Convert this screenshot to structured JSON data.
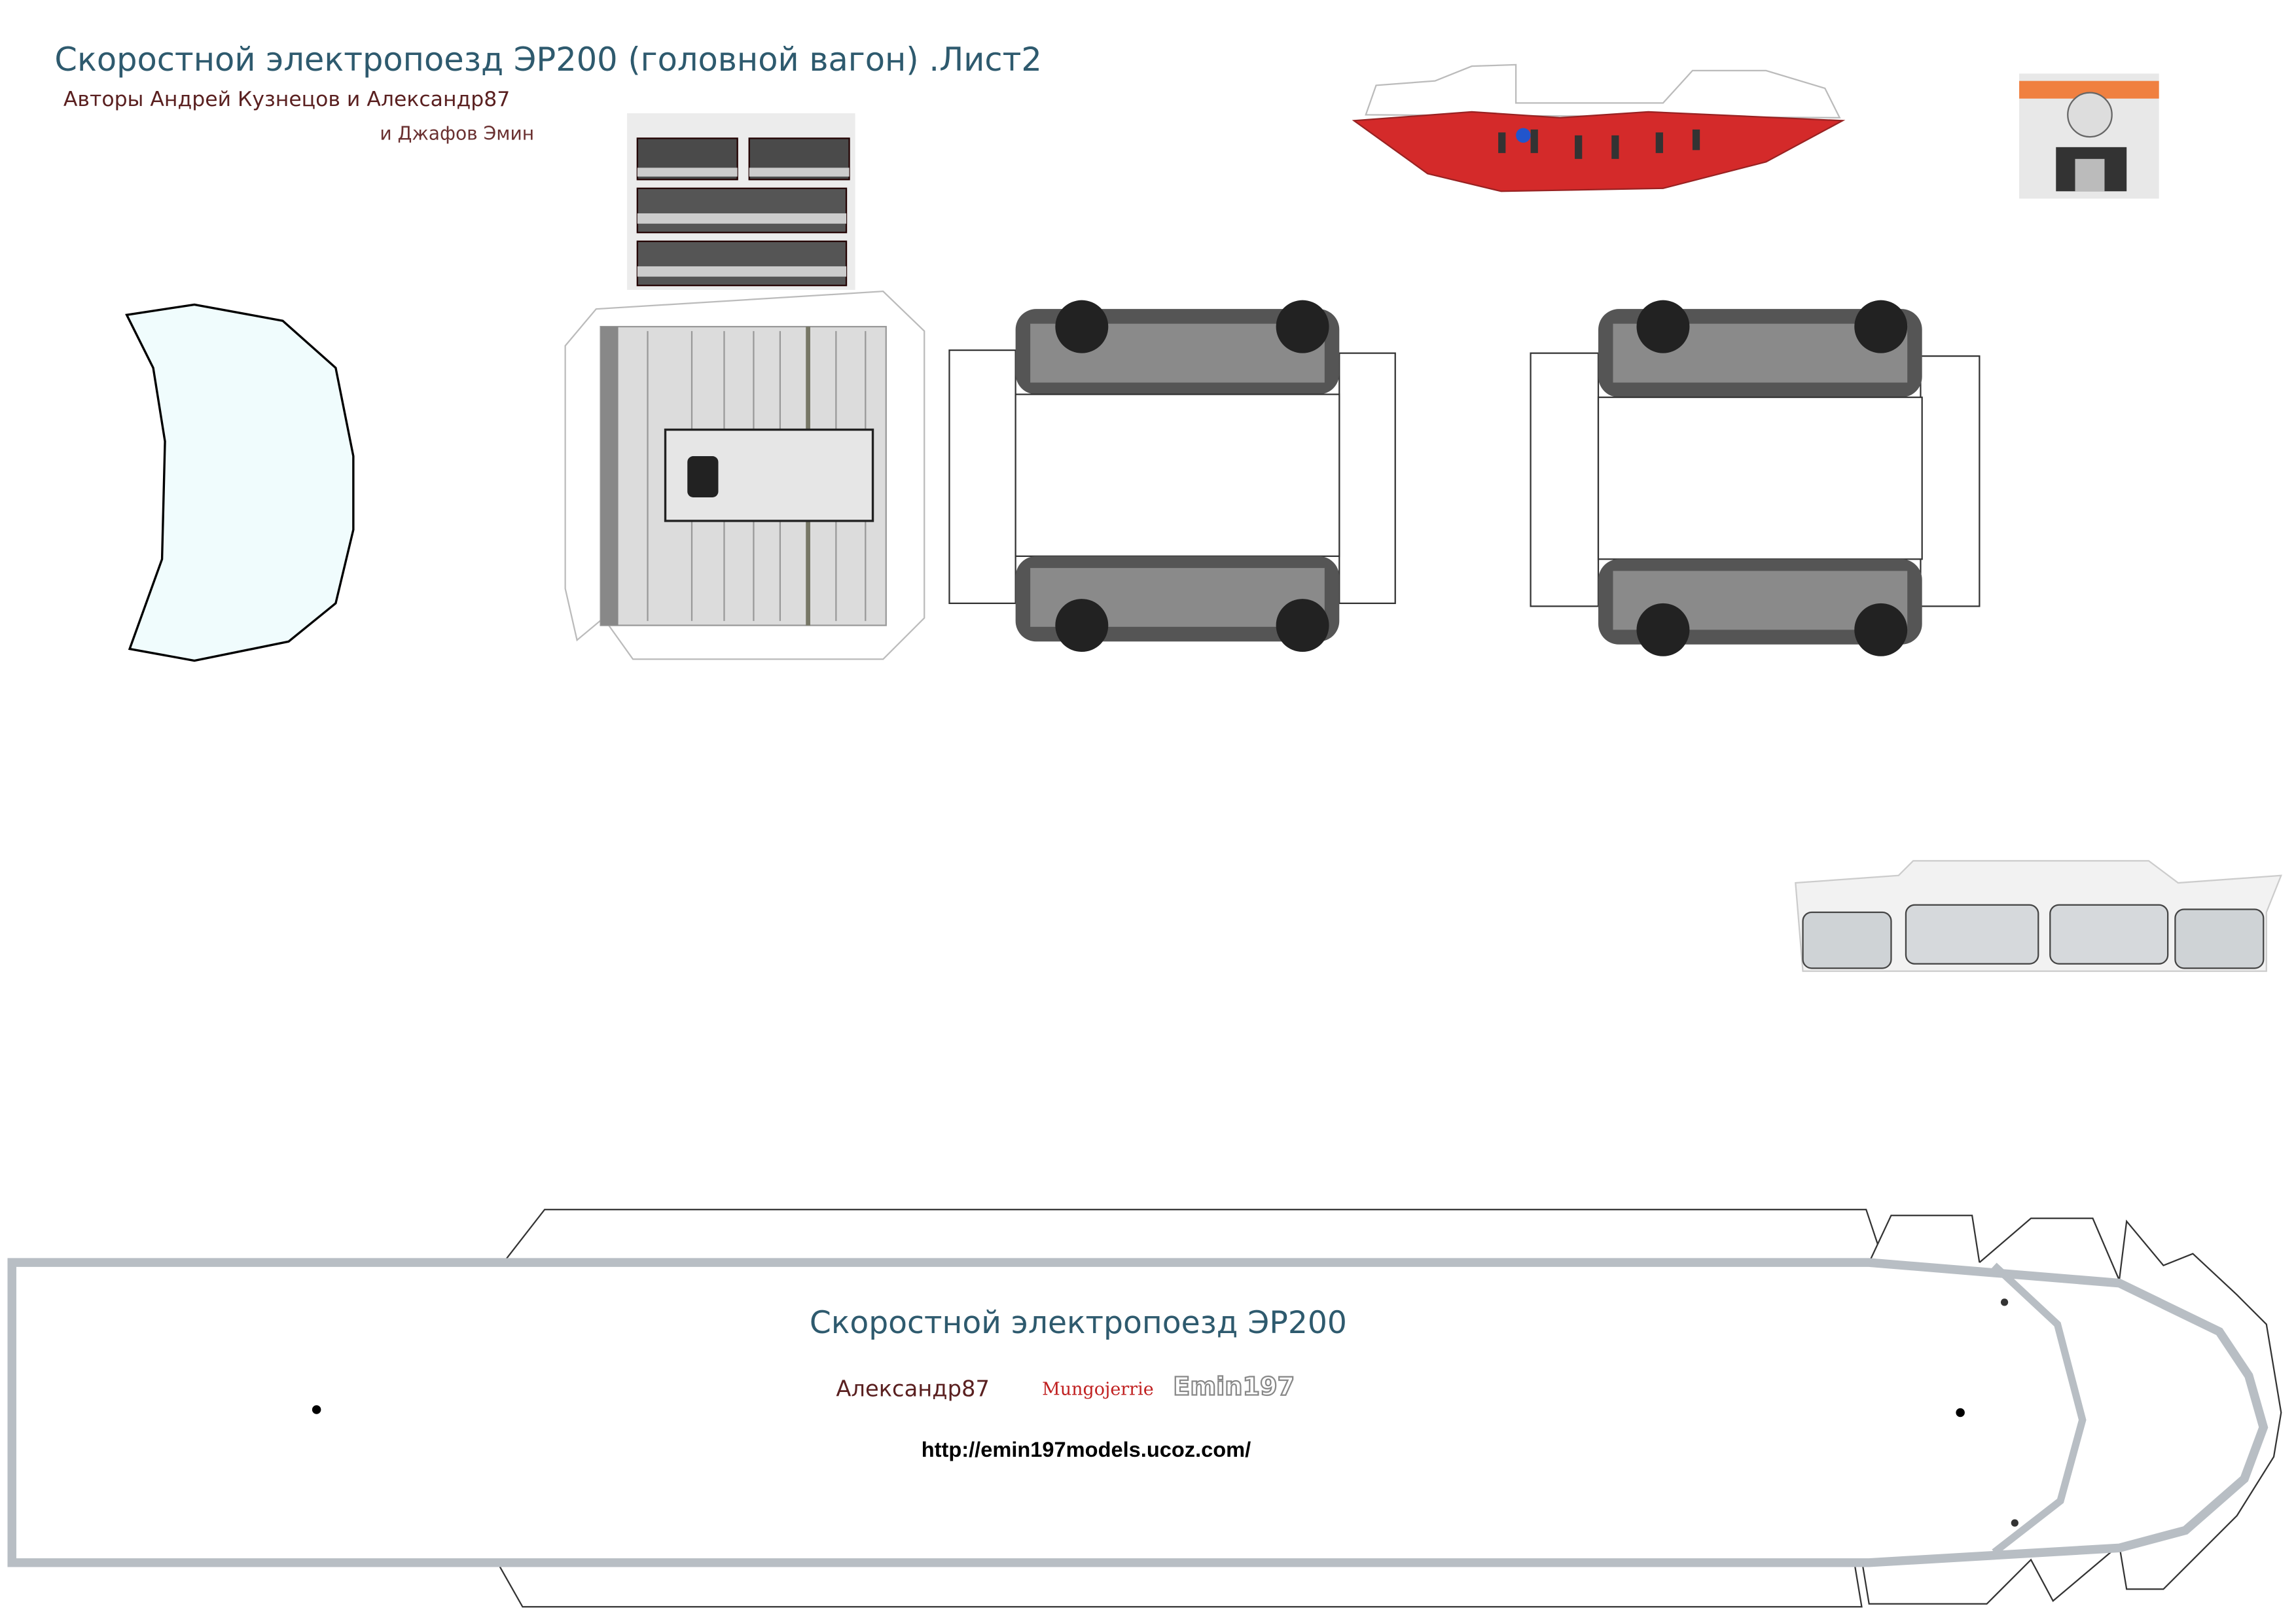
{
  "header": {
    "title": "Скоростной электропоезд ЭР200 (головной вагон) .Лист2",
    "authors": "Авторы Андрей Кузнецов и Александр87",
    "co_author": "и  Джафов Эмин"
  },
  "floor_part": {
    "title": "Скоростной электропоезд ЭР200",
    "author": "Александр87",
    "logo_mungojerrie": "Mungojerrie",
    "logo_emin": "Emin197",
    "url": "http://emin197models.ucoz.com/"
  },
  "colors": {
    "title": "#2e5a6e",
    "authors": "#5a2020",
    "nose_red": "#d42a2a",
    "crescent": "#f0fcfd",
    "floor_edge": "#b8bec4"
  }
}
